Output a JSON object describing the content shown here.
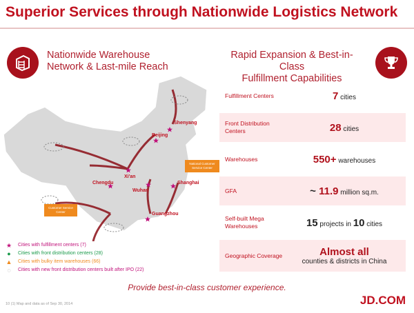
{
  "title": "Superior Services through Nationwide Logistics Network",
  "left": {
    "heading_line1": "Nationwide Warehouse",
    "heading_line2": "Network & Last-mile Reach"
  },
  "right": {
    "heading_line1": "Rapid Expansion & Best-in-Class",
    "heading_line2": "Fulfillment Capabilities"
  },
  "map": {
    "cities": [
      "Shenyang",
      "Beijing",
      "Xi'an",
      "Chengdu",
      "Wuhan",
      "Shanghai",
      "Guangzhou"
    ],
    "callouts": [
      "National Customer Service Center",
      "Customer Service Center"
    ]
  },
  "legend": [
    {
      "marker": "★",
      "color": "#c0117a",
      "text": "Cities with fulfillment centers (7)"
    },
    {
      "marker": "●",
      "color": "#1a9a4a",
      "text": "Cities with front distribution centers (28)"
    },
    {
      "marker": "▲",
      "color": "#ef8a1e",
      "text": "Cities with bulky item warehouses (66)"
    },
    {
      "marker": "◌",
      "color": "#888888",
      "text": "Cities with new front distribution centers built after IPO (22)"
    }
  ],
  "stats": [
    {
      "label": "Fulfillment Centers",
      "big": "7",
      "unit": " cities"
    },
    {
      "label": "Front Distribution Centers",
      "big": "28",
      "unit": " cities"
    },
    {
      "label": "Warehouses",
      "big": "550+",
      "unit": " warehouses"
    },
    {
      "label": "GFA",
      "prefix": "~ ",
      "big": "11.9",
      "unit": " million sq.m."
    },
    {
      "label": "Self-built Mega Warehouses",
      "big": "15",
      "mid": " projects in ",
      "big2": "10",
      "unit": " cities"
    },
    {
      "label": "Geographic Coverage",
      "big": "Almost all",
      "unit": "counties & districts in China"
    }
  ],
  "slogan": "Provide best-in-class customer experience.",
  "footnote": "10   (1)   Map and data as of Sep 30, 2014",
  "logo": "JD.COM"
}
